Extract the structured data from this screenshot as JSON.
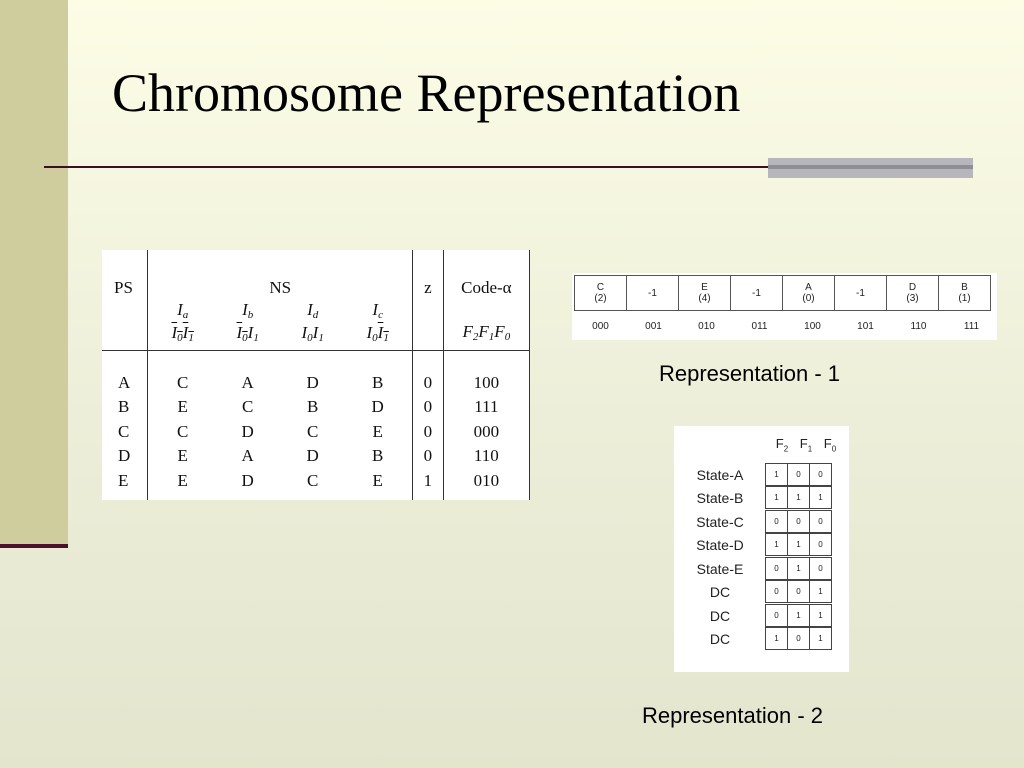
{
  "slide": {
    "title": "Chromosome Representation"
  },
  "state_table": {
    "header": {
      "ps": "PS",
      "ns": "NS",
      "z": "z",
      "code": "Code-α",
      "inputs": [
        "I",
        "I",
        "I",
        "I"
      ],
      "input_subs": [
        "a",
        "b",
        "d",
        "c"
      ],
      "input_codes": [
        {
          "a": "I",
          "as": "0",
          "b": "I",
          "bs": "1",
          "over": "both"
        },
        {
          "a": "I",
          "as": "0",
          "b": "I",
          "bs": "1",
          "over": "first"
        },
        {
          "a": "I",
          "as": "0",
          "b": "I",
          "bs": "1",
          "over": "none"
        },
        {
          "a": "I",
          "as": "0",
          "b": "I",
          "bs": "1",
          "over": "second"
        }
      ],
      "code_bits": "F",
      "code_subs": [
        "2",
        "1",
        "0"
      ]
    },
    "rows": [
      {
        "ps": "A",
        "ns": [
          "C",
          "A",
          "D",
          "B"
        ],
        "z": "0",
        "code": "100"
      },
      {
        "ps": "B",
        "ns": [
          "E",
          "C",
          "B",
          "D"
        ],
        "z": "0",
        "code": "111"
      },
      {
        "ps": "C",
        "ns": [
          "C",
          "D",
          "C",
          "E"
        ],
        "z": "0",
        "code": "000"
      },
      {
        "ps": "D",
        "ns": [
          "E",
          "A",
          "D",
          "B"
        ],
        "z": "0",
        "code": "110"
      },
      {
        "ps": "E",
        "ns": [
          "E",
          "D",
          "C",
          "E"
        ],
        "z": "1",
        "code": "010"
      }
    ]
  },
  "representation_1": {
    "caption": "Representation - 1",
    "cells": [
      {
        "top": "C",
        "bottom": "(2)"
      },
      {
        "top": "-1",
        "bottom": ""
      },
      {
        "top": "E",
        "bottom": "(4)"
      },
      {
        "top": "-1",
        "bottom": ""
      },
      {
        "top": "A",
        "bottom": "(0)"
      },
      {
        "top": "-1",
        "bottom": ""
      },
      {
        "top": "D",
        "bottom": "(3)"
      },
      {
        "top": "B",
        "bottom": "(1)"
      }
    ],
    "addresses": [
      "000",
      "001",
      "010",
      "011",
      "100",
      "101",
      "110",
      "111"
    ]
  },
  "representation_2": {
    "caption": "Representation - 2",
    "header": [
      "F",
      "F",
      "F"
    ],
    "header_subs": [
      "2",
      "1",
      "0"
    ],
    "rows": [
      {
        "label": "State-A",
        "bits": [
          "1",
          "0",
          "0"
        ]
      },
      {
        "label": "State-B",
        "bits": [
          "1",
          "1",
          "1"
        ]
      },
      {
        "label": "State-C",
        "bits": [
          "0",
          "0",
          "0"
        ]
      },
      {
        "label": "State-D",
        "bits": [
          "1",
          "1",
          "0"
        ]
      },
      {
        "label": "State-E",
        "bits": [
          "0",
          "1",
          "0"
        ]
      },
      {
        "label": "DC",
        "bits": [
          "0",
          "0",
          "1"
        ]
      },
      {
        "label": "DC",
        "bits": [
          "0",
          "1",
          "1"
        ]
      },
      {
        "label": "DC",
        "bits": [
          "1",
          "0",
          "1"
        ]
      }
    ]
  }
}
